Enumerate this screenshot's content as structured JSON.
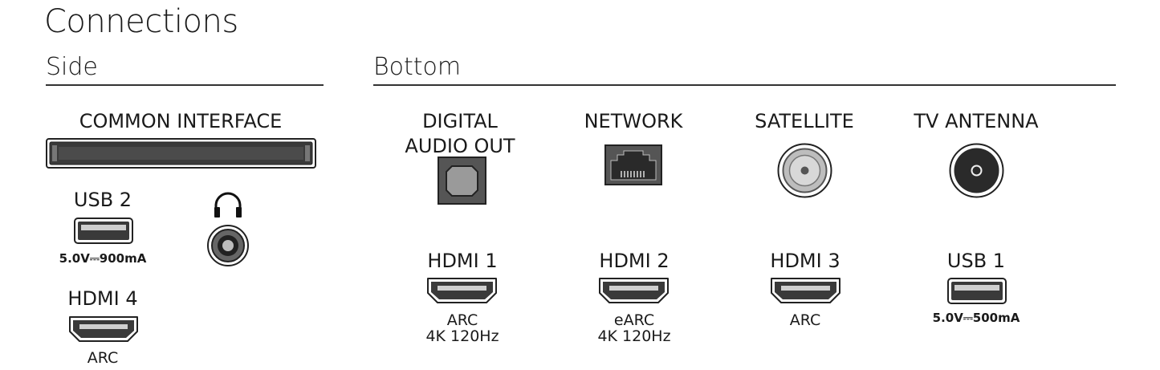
{
  "title": "Connections",
  "sections": {
    "side": "Side",
    "bottom": "Bottom"
  },
  "side": {
    "common_interface": "COMMON INTERFACE",
    "usb2": {
      "label": "USB 2",
      "power": "5.0V⎓900mA"
    },
    "hdmi4": {
      "label": "HDMI 4",
      "sub": "ARC"
    },
    "headphone_icon": "headphone-icon"
  },
  "bottom": {
    "digital_audio_out": [
      "DIGITAL",
      "AUDIO OUT"
    ],
    "network": "NETWORK",
    "satellite": "SATELLITE",
    "tv_antenna": "TV ANTENNA",
    "hdmi1": {
      "label": "HDMI 1",
      "sub": [
        "ARC",
        "4K 120Hz"
      ]
    },
    "hdmi2": {
      "label": "HDMI 2",
      "sub": [
        "eARC",
        "4K 120Hz"
      ]
    },
    "hdmi3": {
      "label": "HDMI 3",
      "sub": [
        "ARC"
      ]
    },
    "usb1": {
      "label": "USB 1",
      "power": "5.0V⎓500mA"
    }
  }
}
